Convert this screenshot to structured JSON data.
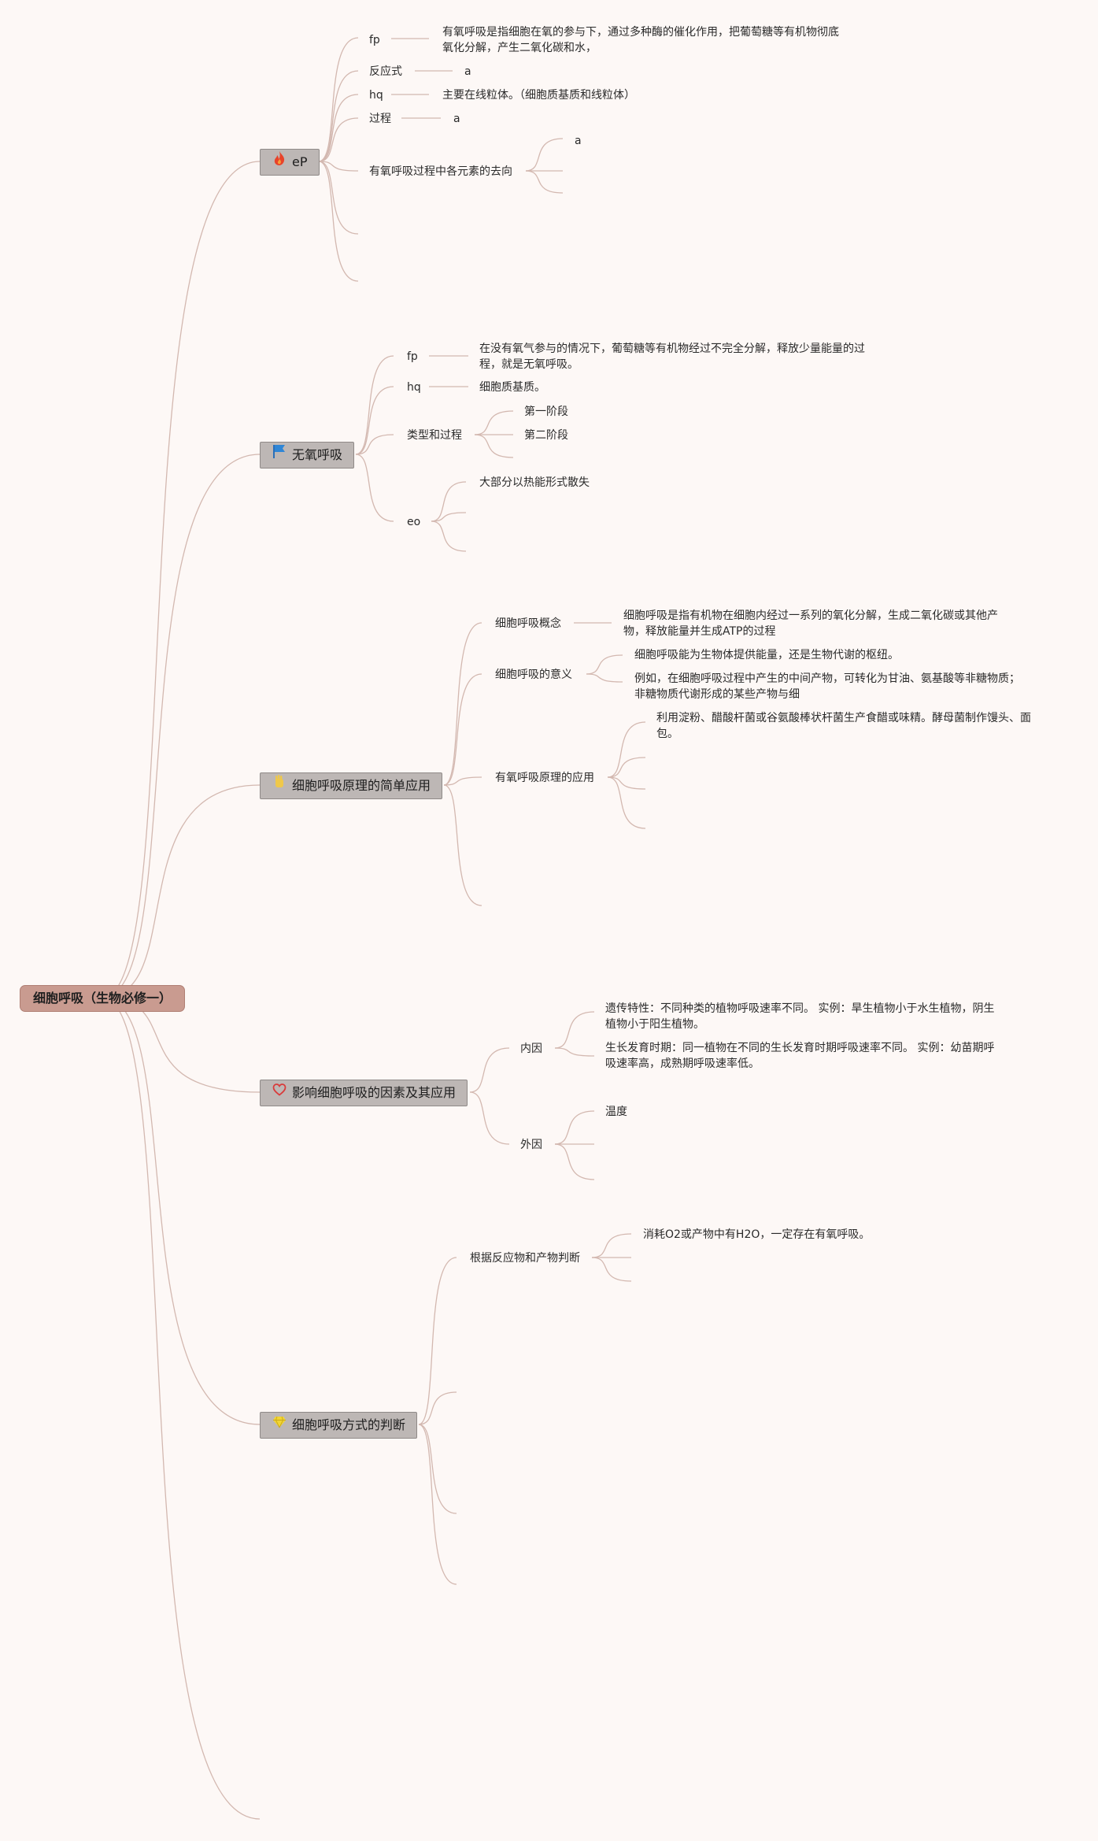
{
  "root": "细胞呼吸（生物必修一）",
  "topics": [
    {
      "label": "eP",
      "icon": "fire-icon",
      "children": [
        {
          "label": "fp",
          "children": [
            "有氧呼吸是指细胞在氧的参与下，通过多种酶的催化作用，把葡萄糖等有机物彻底氧化分解，产生二氧化碳和水，"
          ]
        },
        {
          "label": "反应式",
          "children": [
            "a"
          ]
        },
        {
          "label": "hq",
          "children": [
            "主要在线粒体。（细胞质基质和线粒体）"
          ]
        },
        {
          "label": "过程",
          "children": [
            "a"
          ]
        },
        {
          "label": "有氧呼吸过程中各元素的去向",
          "children": [
            "a"
          ]
        }
      ]
    },
    {
      "label": "无氧呼吸",
      "icon": "flag-icon",
      "children": [
        {
          "label": "fp",
          "children": [
            "在没有氧气参与的情况下，葡萄糖等有机物经过不完全分解，释放少量能量的过程，就是无氧呼吸。"
          ]
        },
        {
          "label": "hq",
          "children": [
            "细胞质基质。"
          ]
        },
        {
          "label": "类型和过程",
          "children": [
            "第一阶段",
            "第二阶段"
          ]
        },
        {
          "label": "eo",
          "children": [
            "大部分以热能形式散失"
          ]
        }
      ]
    },
    {
      "label": "细胞呼吸原理的简单应用",
      "icon": "hand-icon",
      "children": [
        {
          "label": "细胞呼吸概念",
          "children": [
            "细胞呼吸是指有机物在细胞内经过一系列的氧化分解，生成二氧化碳或其他产物，释放能量并生成ATP的过程"
          ]
        },
        {
          "label": "细胞呼吸的意义",
          "children": [
            "细胞呼吸能为生物体提供能量，还是生物代谢的枢纽。",
            "例如，在细胞呼吸过程中产生的中间产物，可转化为甘油、氨基酸等非糖物质；非糖物质代谢形成的某些产物与细"
          ]
        },
        {
          "label": "有氧呼吸原理的应用",
          "children": [
            "利用淀粉、醋酸杆菌或谷氨酸棒状杆菌生产食醋或味精。酵母菌制作馒头、面包。"
          ]
        }
      ]
    },
    {
      "label": "影响细胞呼吸的因素及其应用",
      "icon": "heart-icon",
      "children": [
        {
          "label": "内因",
          "children": [
            "遗传特性：不同种类的植物呼吸速率不同。 实例：旱生植物小于水生植物，阴生植物小于阳生植物。",
            "生长发育时期：同一植物在不同的生长发育时期呼吸速率不同。 实例：幼苗期呼吸速率高，成熟期呼吸速率低。"
          ]
        },
        {
          "label": "外因",
          "children": [
            "温度"
          ]
        }
      ]
    },
    {
      "label": "细胞呼吸方式的判断",
      "icon": "gem-icon",
      "children": [
        {
          "label": "根据反应物和产物判断",
          "children": [
            "消耗O2或产物中有H2O，一定存在有氧呼吸。"
          ]
        }
      ]
    }
  ],
  "colors": {
    "background": "#fdf8f6",
    "link": "#d3b8b0",
    "root_fill": "#c99b90",
    "topic_fill": "#bdb7b5"
  }
}
